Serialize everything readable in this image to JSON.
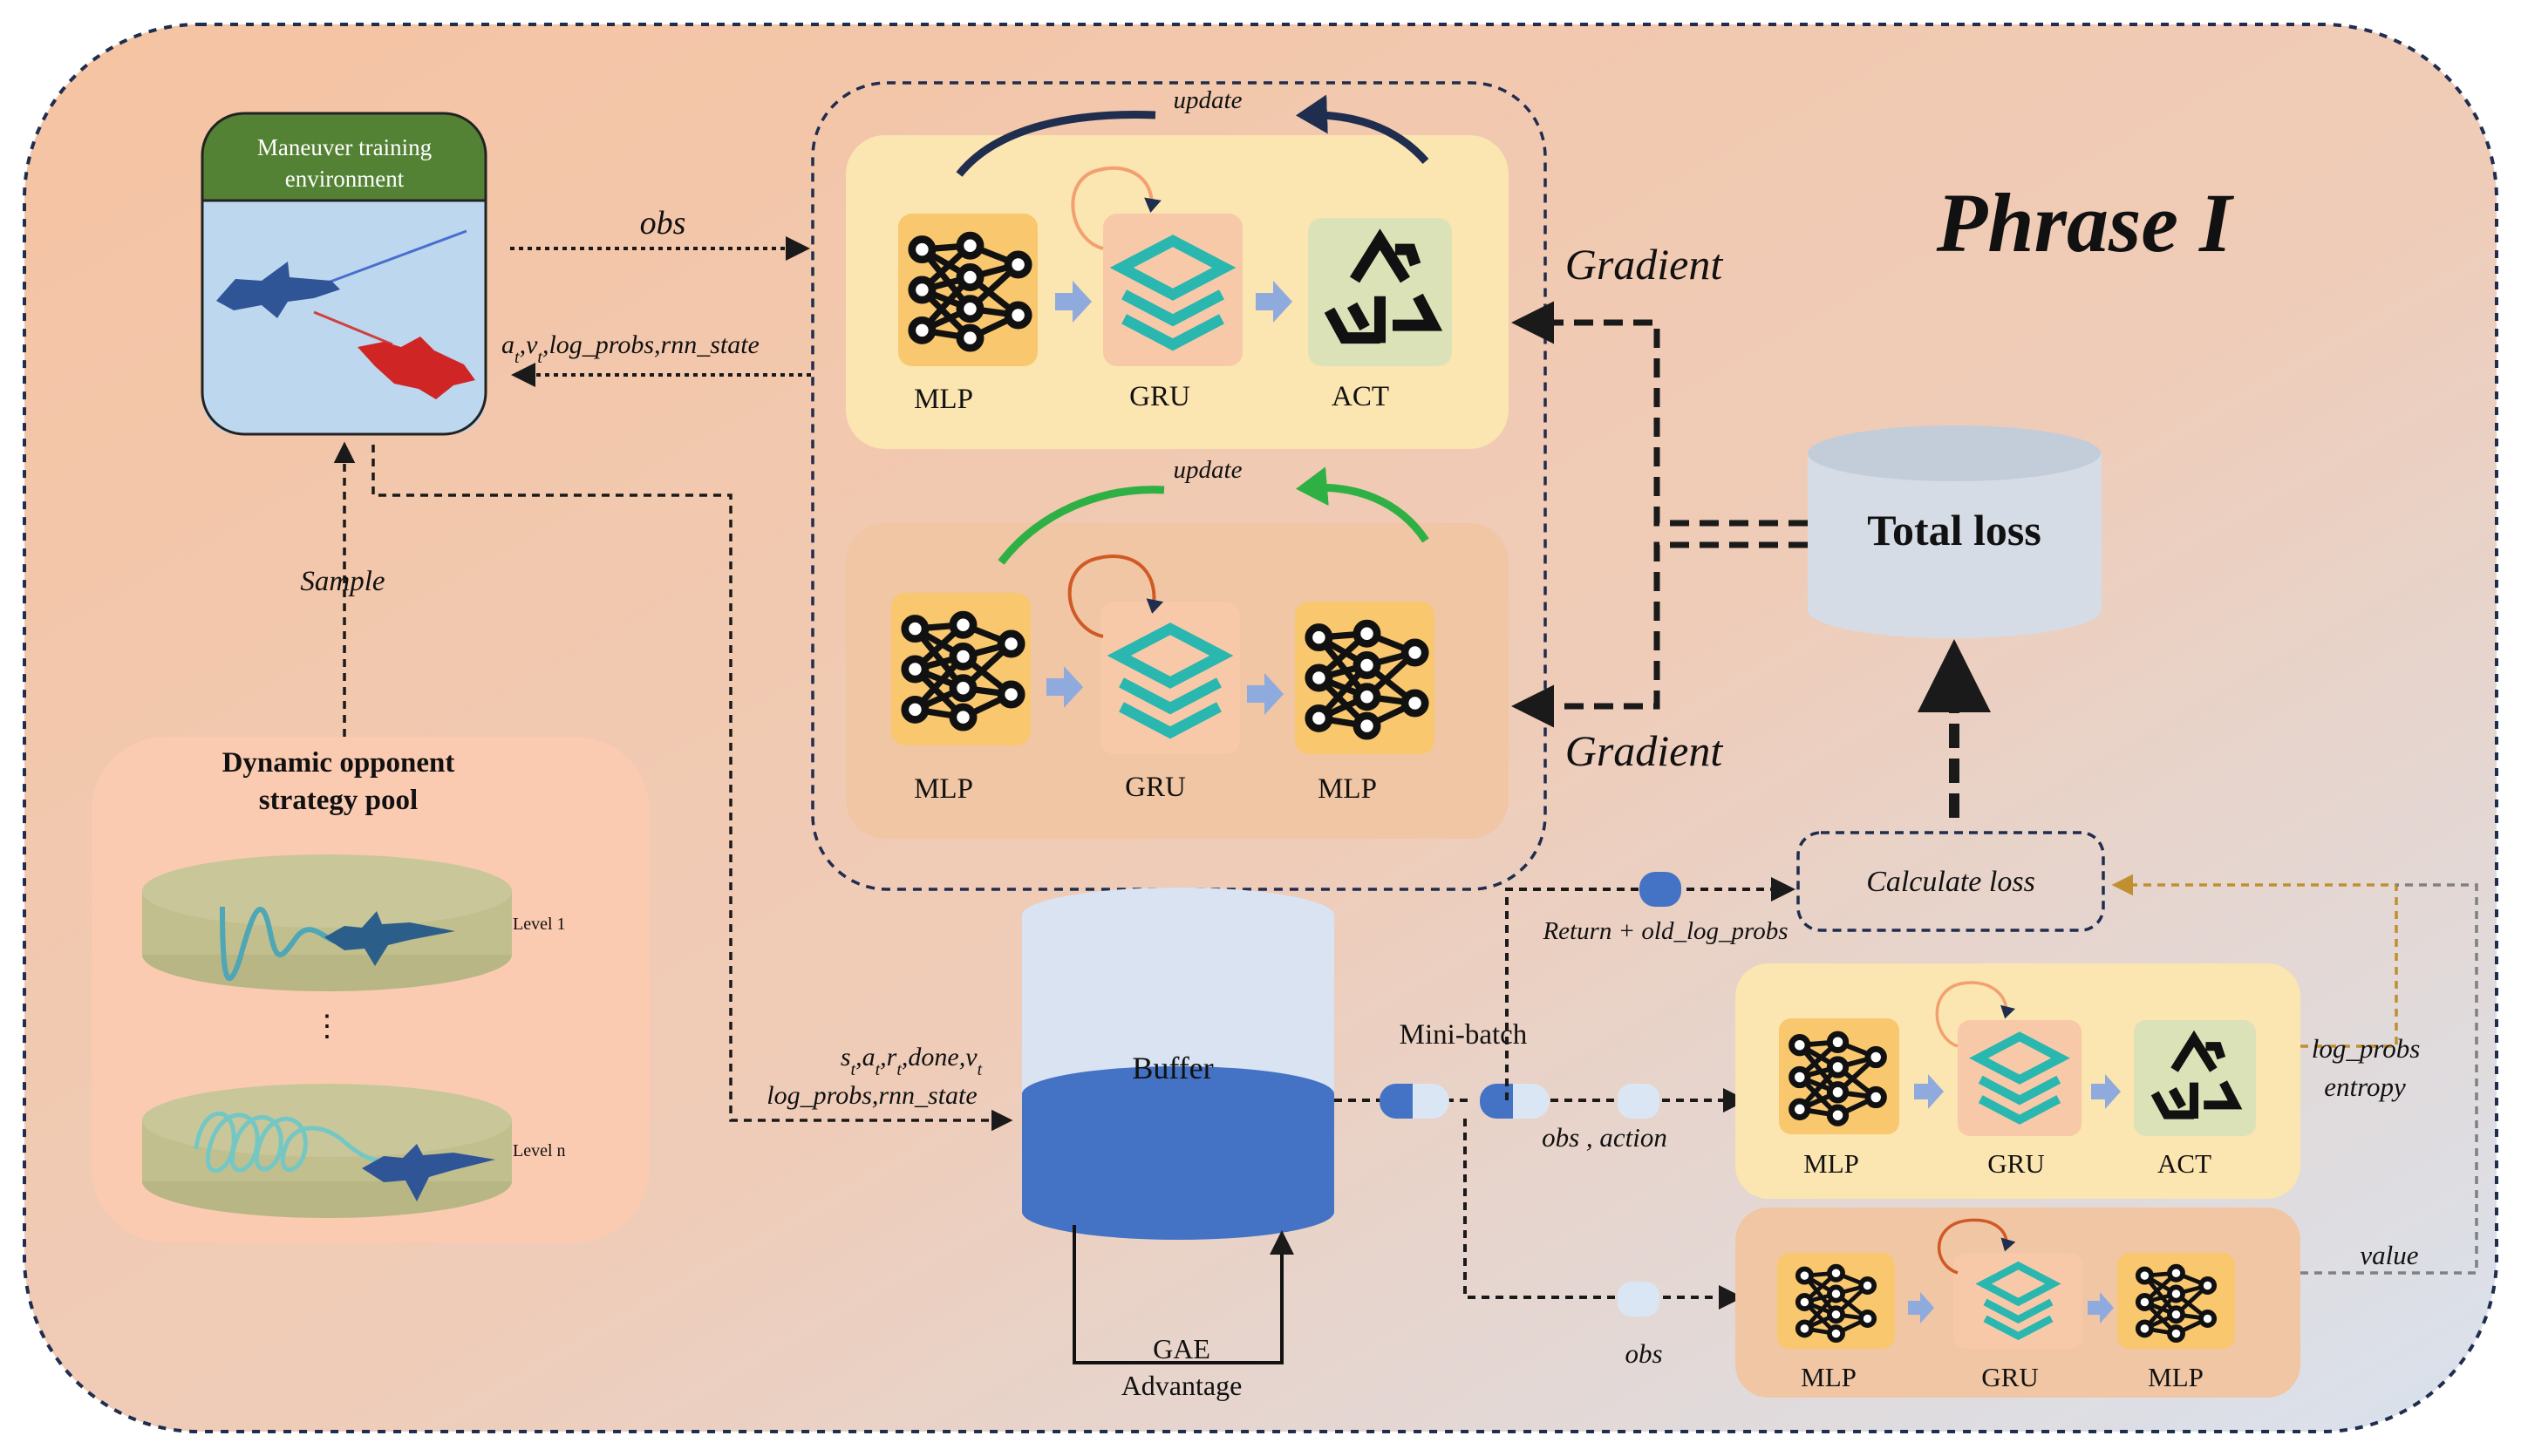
{
  "phase_title": "Phrase I",
  "environment": {
    "title_line1": "Maneuver training",
    "title_line2": "environment"
  },
  "arrows": {
    "obs_top": "obs",
    "action_return": "a",
    "action_return_rest": ",v",
    "action_return_tail": ",log_probs,rnn_state",
    "sample": "Sample",
    "update_top": "update",
    "update_bottom": "update",
    "gradient_top": "Gradient",
    "gradient_bottom": "Gradient",
    "buffer_in_line1_s": "s",
    "buffer_in_line1_a": ",a",
    "buffer_in_line1_r": ",r",
    "buffer_in_line1_rest": ",done,v",
    "buffer_in_line2": "log_probs,rnn_state",
    "minibatch": "Mini-batch",
    "return_old": "Return + old_log_probs",
    "obs_action": "obs , action",
    "obs_bottom": "obs",
    "log_probs": "log_probs",
    "entropy": "entropy",
    "value": "value",
    "subscript_t": "t"
  },
  "pool": {
    "title_line1": "Dynamic opponent",
    "title_line2": "strategy pool",
    "level1": "Level 1",
    "ellipsis": "⋮",
    "leveln": "Level n"
  },
  "actor_top": {
    "mlp": "MLP",
    "gru": "GRU",
    "act": "ACT"
  },
  "critic_top": {
    "mlp1": "MLP",
    "gru": "GRU",
    "mlp2": "MLP"
  },
  "actor_bottom": {
    "mlp": "MLP",
    "gru": "GRU",
    "act": "ACT"
  },
  "critic_bottom": {
    "mlp1": "MLP",
    "gru": "GRU",
    "mlp2": "MLP"
  },
  "total_loss": "Total loss",
  "calculate_loss": "Calculate loss",
  "buffer": "Buffer",
  "gae_line1": "GAE",
  "gae_line2": "Advantage",
  "colors": {
    "env_header": "#548235",
    "env_body": "#bdd7ee",
    "actor_panel": "#fbe5b0",
    "critic_panel": "#f0c6a4",
    "mlp_box": "#f9c76d",
    "gru_box": "#f8c9a8",
    "act_box": "#dce2b8",
    "teal": "#2ab7b0",
    "buffer_top": "#d9e3f2",
    "buffer_body": "#4472c4",
    "total_loss": "#d6dce6",
    "pool_panel": "#fbcbb1",
    "level_disc": "#c1bf8e",
    "navy_arrow": "#1f2d4f",
    "green_arrow": "#2fb045",
    "gold_dash": "#c09030",
    "gray_dash": "#808080"
  }
}
